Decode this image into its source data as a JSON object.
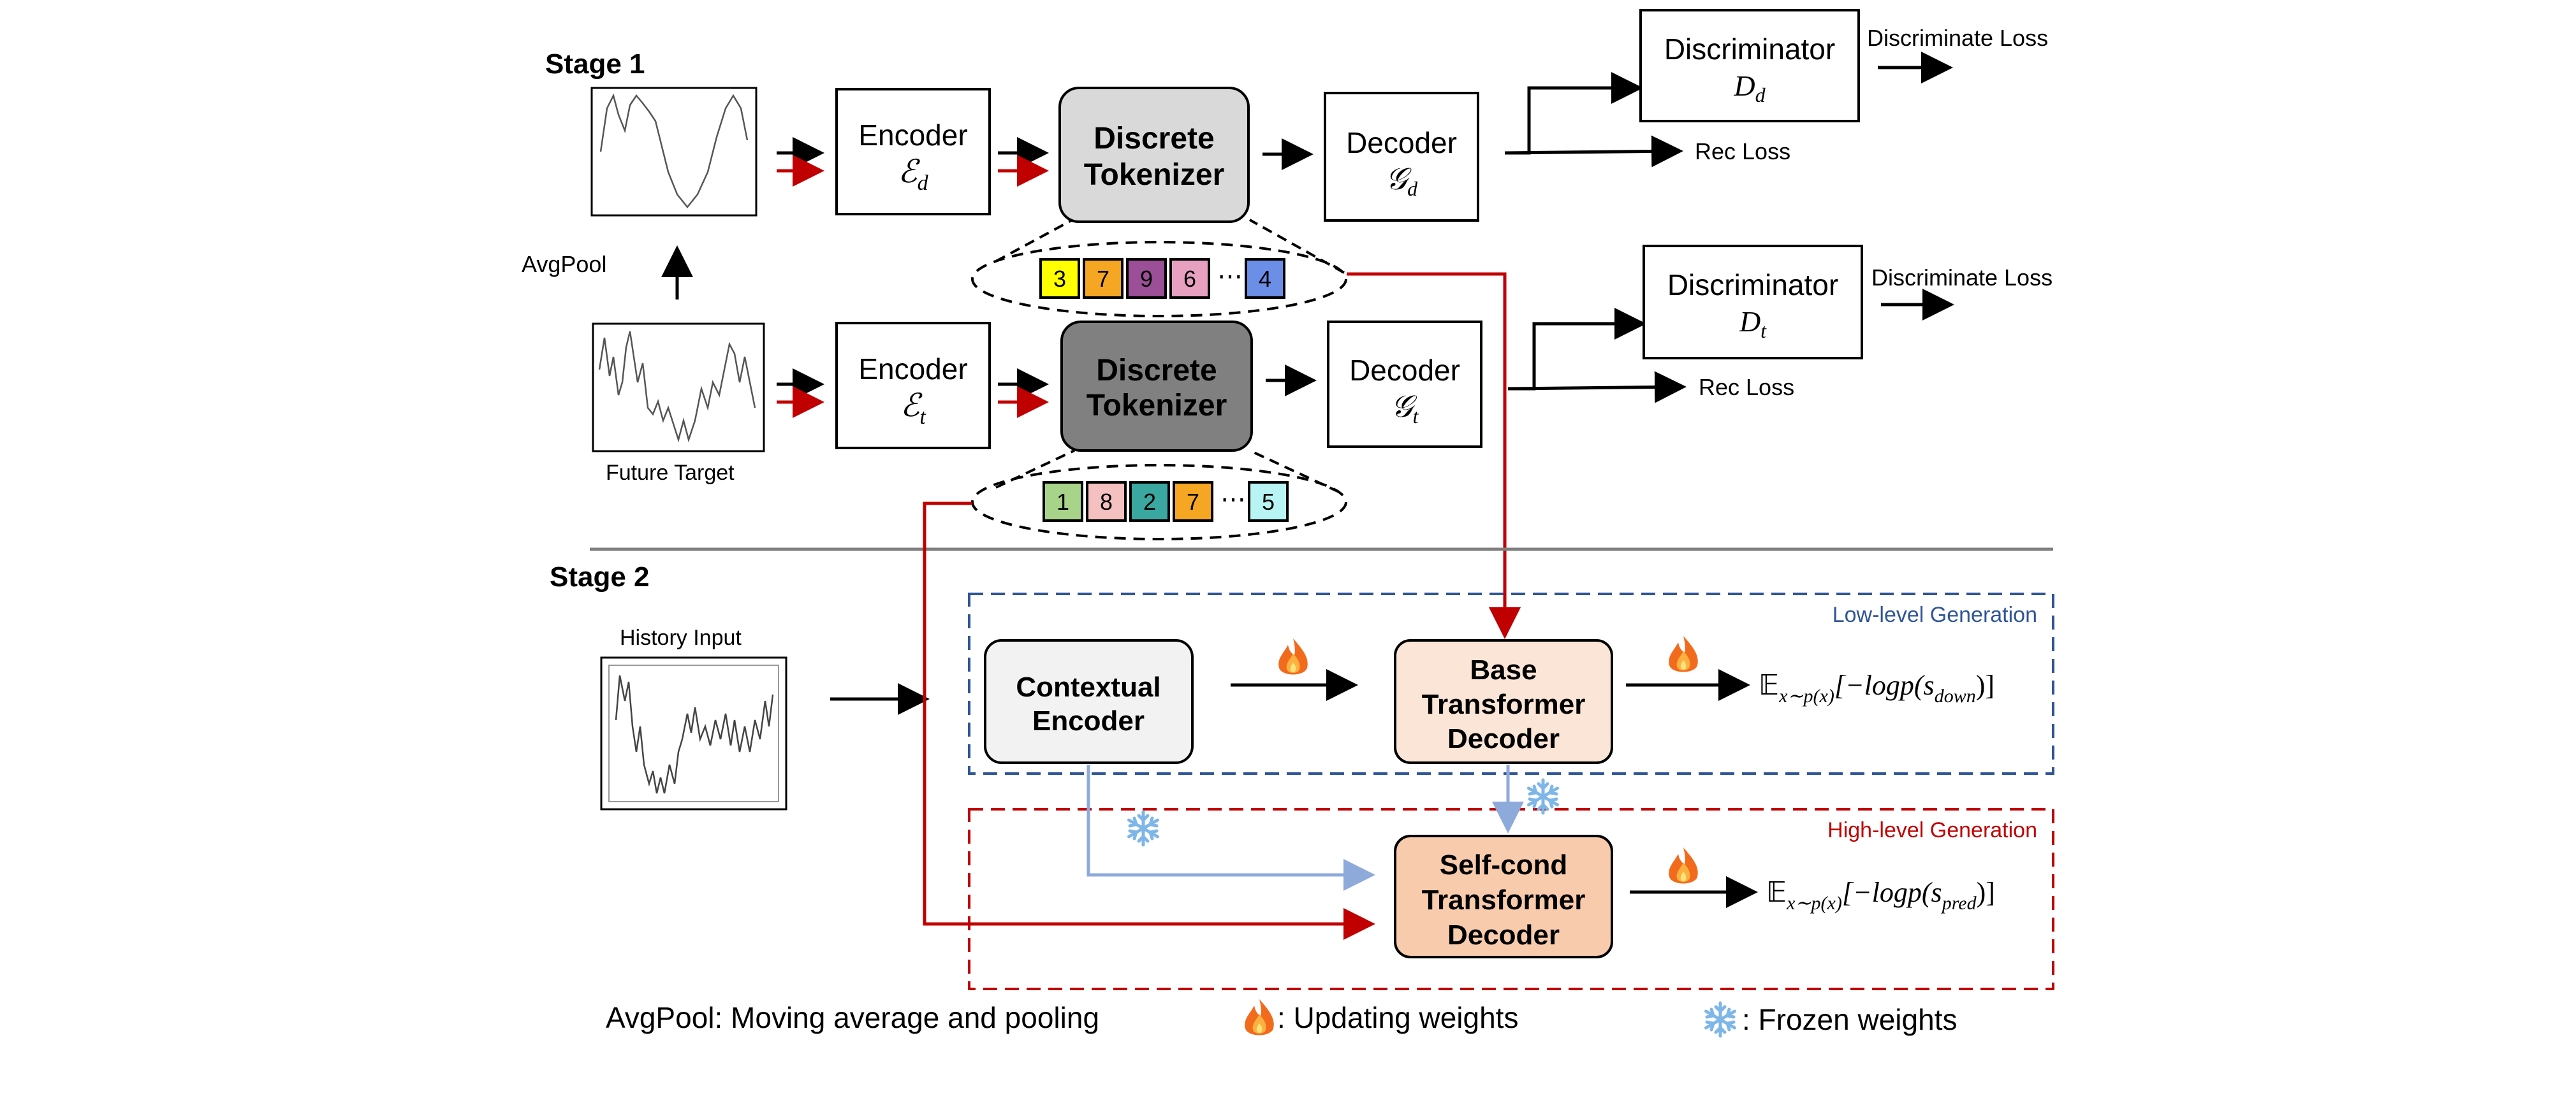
{
  "stage1": {
    "title": "Stage 1",
    "avgpool_label": "AvgPool",
    "future_target_label": "Future Target",
    "enc_d": {
      "label": "Encoder",
      "symbol": "ℰ",
      "sub": "d"
    },
    "enc_t": {
      "label": "Encoder",
      "symbol": "ℰ",
      "sub": "t"
    },
    "tok_d": {
      "line1": "Discrete",
      "line2": "Tokenizer",
      "color": "#d9d9d9"
    },
    "tok_t": {
      "line1": "Discrete",
      "line2": "Tokenizer",
      "color": "#808080"
    },
    "dec_d": {
      "label": "Decoder",
      "symbol": "𝒢",
      "sub": "d"
    },
    "dec_t": {
      "label": "Decoder",
      "symbol": "𝒢",
      "sub": "t"
    },
    "disc_d": {
      "label": "Discriminator",
      "symbol": "D",
      "sub": "d",
      "loss": "Discriminate Loss"
    },
    "disc_t": {
      "label": "Discriminator",
      "symbol": "D",
      "sub": "t",
      "loss": "Discriminate Loss"
    },
    "rec_loss_d": "Rec Loss",
    "rec_loss_t": "Rec Loss",
    "tokens_d": [
      {
        "v": "3",
        "color": "#ffff00"
      },
      {
        "v": "7",
        "color": "#f5a623"
      },
      {
        "v": "9",
        "color": "#9b4f96"
      },
      {
        "v": "6",
        "color": "#e8a0c0"
      },
      {
        "v": "4",
        "color": "#6b8ee6"
      }
    ],
    "tokens_t": [
      {
        "v": "1",
        "color": "#a8d48a"
      },
      {
        "v": "8",
        "color": "#f4c0c0"
      },
      {
        "v": "2",
        "color": "#3aa8a0"
      },
      {
        "v": "7",
        "color": "#f5a623"
      },
      {
        "v": "5",
        "color": "#b8f4f4"
      }
    ],
    "dots": "⋯"
  },
  "stage2": {
    "title": "Stage 2",
    "history_label": "History Input",
    "low_level_label": "Low-level Generation",
    "high_level_label": "High-level Generation",
    "contextual_encoder": {
      "line1": "Contextual",
      "line2": "Encoder"
    },
    "base_decoder": {
      "line1": "Base",
      "line2": "Transformer",
      "line3": "Decoder"
    },
    "selfcond_decoder": {
      "line1": "Self-cond",
      "line2": "Transformer",
      "line3": "Decoder"
    },
    "loss_down": {
      "prefix": "𝔼",
      "sub": "x∼p(x)",
      "body": "[−logp(s",
      "var_sub": "down",
      "close": ")]"
    },
    "loss_pred": {
      "prefix": "𝔼",
      "sub": "x∼p(x)",
      "body": "[−logp(s",
      "var_sub": "pred",
      "close": ")]"
    }
  },
  "legend": {
    "avgpool": "AvgPool: Moving average and pooling",
    "updating": ": Updating weights",
    "frozen": ": Frozen weights"
  },
  "colors": {
    "red": "#c00000",
    "blue_dash": "#2f5597",
    "light_blue": "#8eaadb",
    "base_fill": "#fbe5d6",
    "selfcond_fill": "#f8cbad",
    "ctx_fill": "#f2f2f2",
    "divider": "#7f7f7f"
  },
  "icons": {
    "fire": "fire-icon",
    "snowflake": "snowflake-icon"
  }
}
